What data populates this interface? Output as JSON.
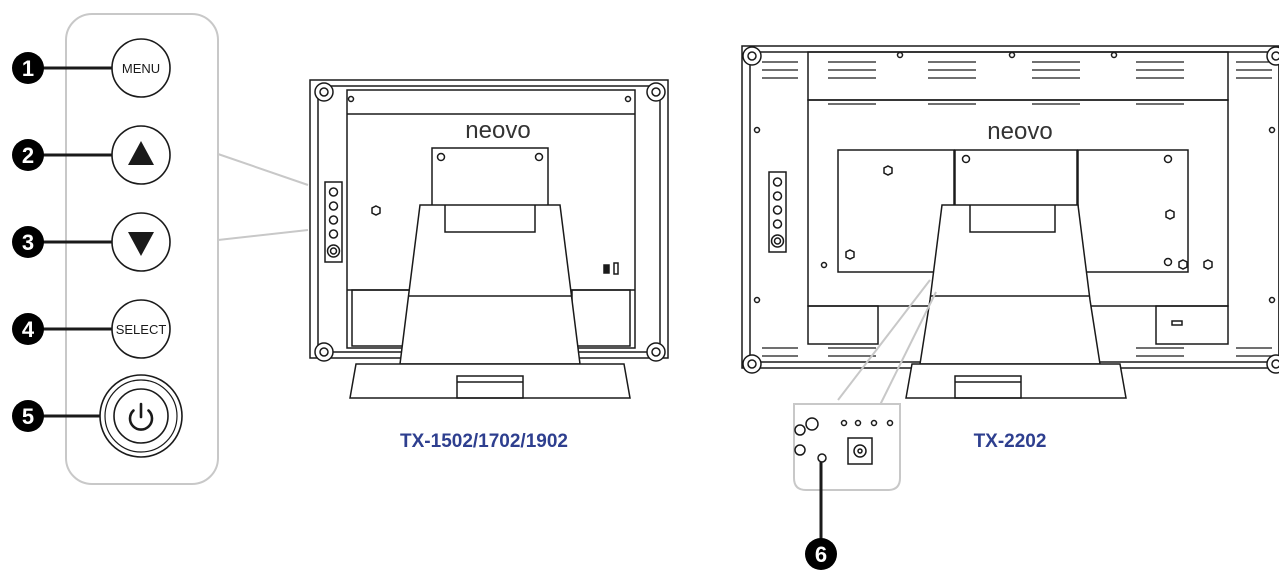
{
  "colors": {
    "line": "#1a1a1a",
    "panel_border": "#c8c8c8",
    "caption": "#2e3f8f",
    "marker_fill": "#000000",
    "marker_text": "#ffffff",
    "brand": "#333333"
  },
  "control_panel": {
    "buttons": [
      {
        "num": "1",
        "label": "MENU",
        "icon": ""
      },
      {
        "num": "2",
        "label": "",
        "icon": "triangle-up-icon"
      },
      {
        "num": "3",
        "label": "",
        "icon": "triangle-down-icon"
      },
      {
        "num": "4",
        "label": "SELECT",
        "icon": ""
      },
      {
        "num": "5",
        "label": "",
        "icon": "power-icon"
      }
    ]
  },
  "monitors": [
    {
      "brand": "neovo",
      "caption": "TX-1502/1702/1902"
    },
    {
      "brand": "neovo",
      "caption": "TX-2202"
    }
  ],
  "callout": {
    "num": "6"
  }
}
